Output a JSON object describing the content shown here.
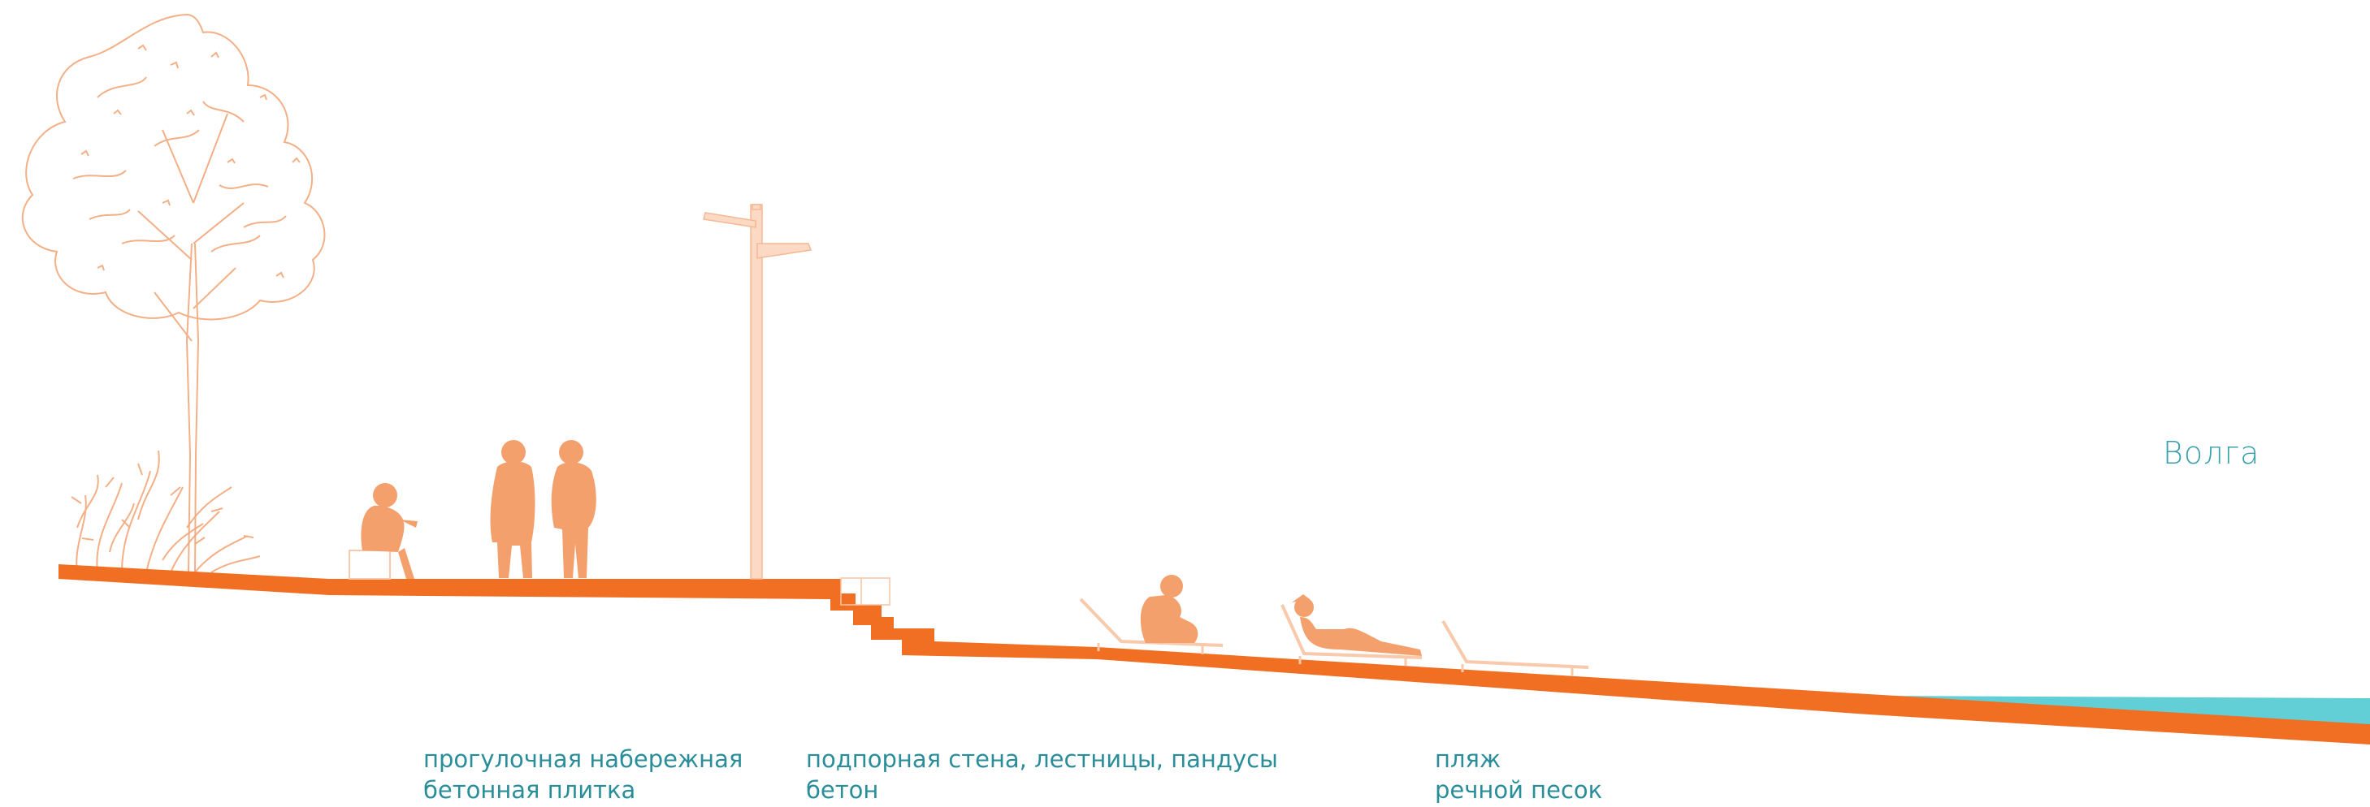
{
  "colors": {
    "ground": "#f06f22",
    "figures": "#f4a06d",
    "vegetation": "#f2a77a",
    "water": "#62cfd6",
    "label_text": "#2a8e9a",
    "background": "#ffffff"
  },
  "water_label": "Волга",
  "zones": [
    {
      "name": "прогулочная набережная",
      "material": "бетонная плитка"
    },
    {
      "name": "подпорная стена, лестницы, пандусы",
      "material": "бетон"
    },
    {
      "name": "пляж",
      "material": "речной песок"
    }
  ],
  "icons": [
    "tree-icon",
    "shrub-icon",
    "lamp-post-icon",
    "seated-person-icon",
    "walking-person-icon",
    "sun-lounger-icon"
  ]
}
